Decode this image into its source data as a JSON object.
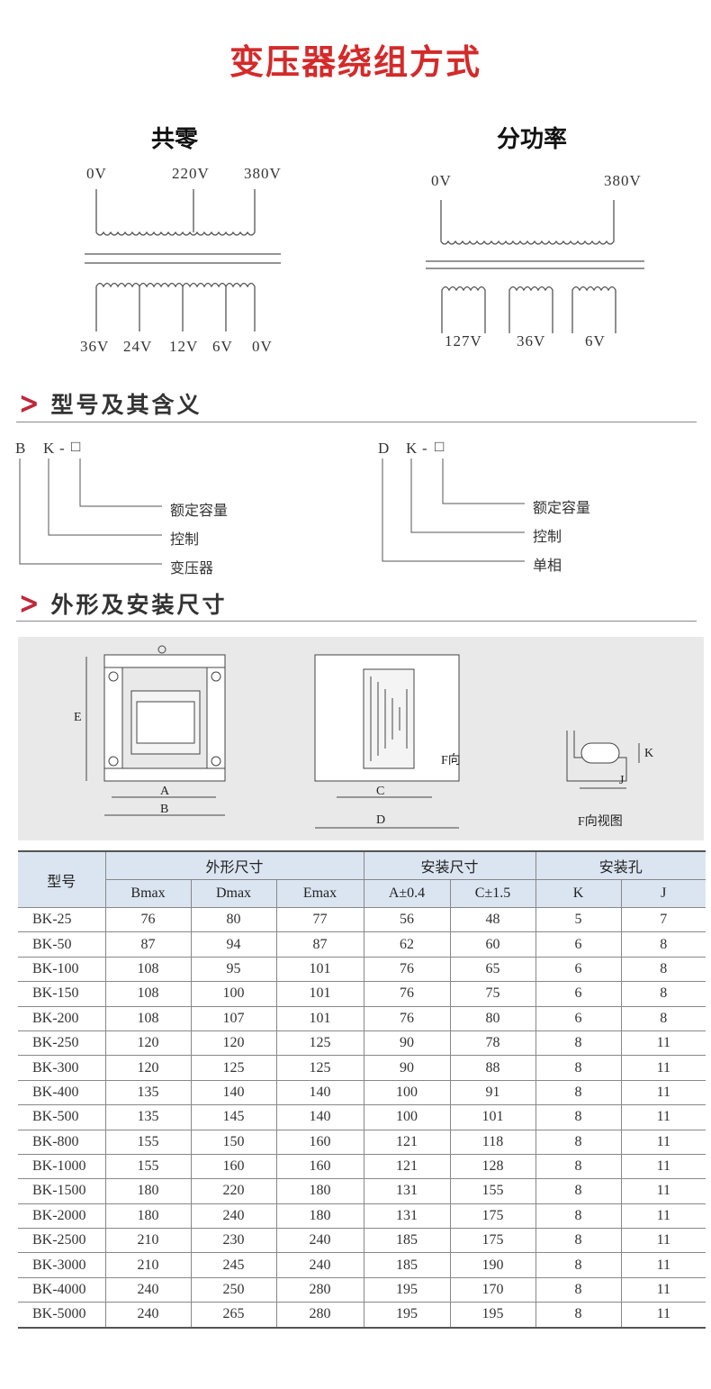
{
  "title": "变压器绕组方式",
  "windings": {
    "common_zero": {
      "title": "共零",
      "primary_labels": [
        "0V",
        "220V",
        "380V"
      ],
      "secondary_labels": [
        "36V",
        "24V",
        "12V",
        "6V",
        "0V"
      ]
    },
    "split_power": {
      "title": "分功率",
      "primary_labels": [
        "0V",
        "380V"
      ],
      "secondary_labels": [
        "127V",
        "36V",
        "6V"
      ]
    }
  },
  "model_section": {
    "title": "型号及其含义",
    "bk": {
      "chars": [
        "B",
        "K",
        "-",
        "□"
      ],
      "meanings": [
        "额定容量",
        "控制",
        "变压器"
      ]
    },
    "dk": {
      "chars": [
        "D",
        "K",
        "-",
        "□"
      ],
      "meanings": [
        "额定容量",
        "控制",
        "单相"
      ]
    }
  },
  "dims_section": {
    "title": "外形及安装尺寸",
    "labels": {
      "e": "E",
      "a": "A",
      "b": "B",
      "c": "C",
      "d": "D",
      "f_dir": "F向",
      "k": "K",
      "j": "J",
      "f_view": "F向视图"
    }
  },
  "table": {
    "model_header": "型号",
    "groups": [
      "外形尺寸",
      "安装尺寸",
      "安装孔"
    ],
    "columns": [
      "Bmax",
      "Dmax",
      "Emax",
      "A±0.4",
      "C±1.5",
      "K",
      "J"
    ],
    "rows": [
      [
        "BK-25",
        "76",
        "80",
        "77",
        "56",
        "48",
        "5",
        "7"
      ],
      [
        "BK-50",
        "87",
        "94",
        "87",
        "62",
        "60",
        "6",
        "8"
      ],
      [
        "BK-100",
        "108",
        "95",
        "101",
        "76",
        "65",
        "6",
        "8"
      ],
      [
        "BK-150",
        "108",
        "100",
        "101",
        "76",
        "75",
        "6",
        "8"
      ],
      [
        "BK-200",
        "108",
        "107",
        "101",
        "76",
        "80",
        "6",
        "8"
      ],
      [
        "BK-250",
        "120",
        "120",
        "125",
        "90",
        "78",
        "8",
        "11"
      ],
      [
        "BK-300",
        "120",
        "125",
        "125",
        "90",
        "88",
        "8",
        "11"
      ],
      [
        "BK-400",
        "135",
        "140",
        "140",
        "100",
        "91",
        "8",
        "11"
      ],
      [
        "BK-500",
        "135",
        "145",
        "140",
        "100",
        "101",
        "8",
        "11"
      ],
      [
        "BK-800",
        "155",
        "150",
        "160",
        "121",
        "118",
        "8",
        "11"
      ],
      [
        "BK-1000",
        "155",
        "160",
        "160",
        "121",
        "128",
        "8",
        "11"
      ],
      [
        "BK-1500",
        "180",
        "220",
        "180",
        "131",
        "155",
        "8",
        "11"
      ],
      [
        "BK-2000",
        "180",
        "240",
        "180",
        "131",
        "175",
        "8",
        "11"
      ],
      [
        "BK-2500",
        "210",
        "230",
        "240",
        "185",
        "175",
        "8",
        "11"
      ],
      [
        "BK-3000",
        "210",
        "245",
        "240",
        "185",
        "190",
        "8",
        "11"
      ],
      [
        "BK-4000",
        "240",
        "250",
        "280",
        "195",
        "170",
        "8",
        "11"
      ],
      [
        "BK-5000",
        "240",
        "265",
        "280",
        "195",
        "195",
        "8",
        "11"
      ]
    ]
  }
}
